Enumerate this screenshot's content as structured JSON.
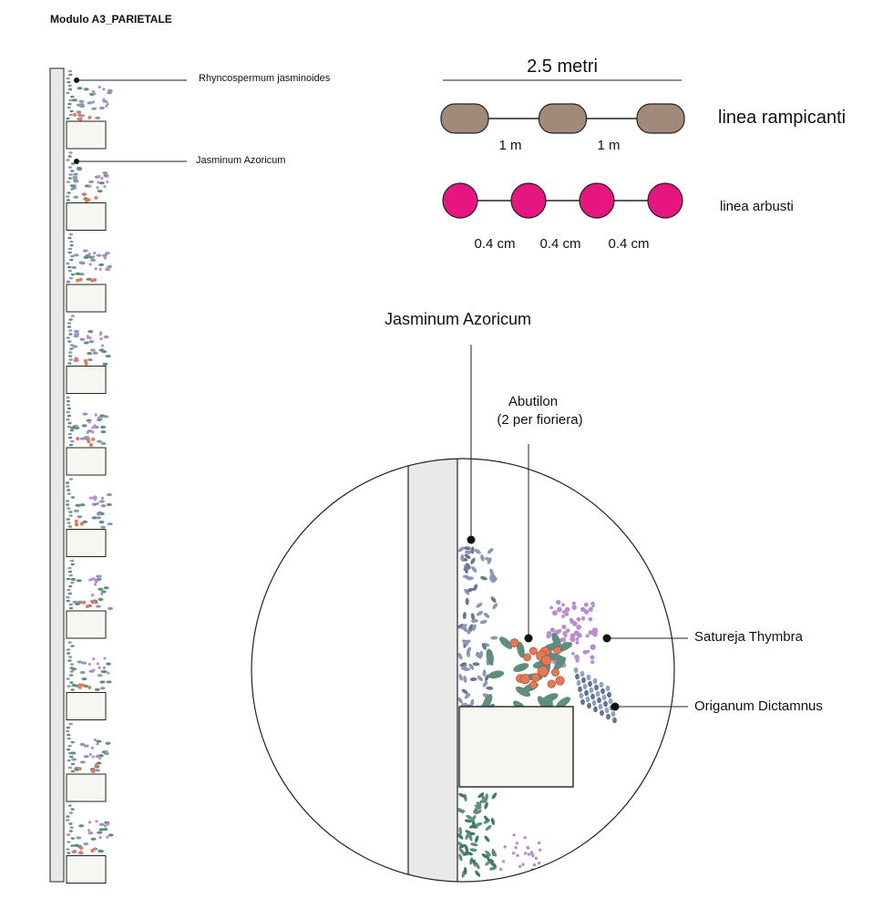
{
  "title": "Modulo A3_PARIETALE",
  "elevation": {
    "labels": {
      "climber": "Rhyncospermum jasminoides",
      "jasmine": "Jasminum Azoricum"
    },
    "planter_count": 10
  },
  "legend": {
    "total_length": "2.5 metri",
    "climbers": {
      "label": "linea rampicanti",
      "spacings": [
        "1 m",
        "1 m"
      ],
      "count": 3,
      "color": "#a28a7b"
    },
    "shrubs": {
      "label": "linea arbusti",
      "spacings": [
        "0.4 cm",
        "0.4 cm",
        "0.4 cm"
      ],
      "count": 4,
      "color": "#e6157f"
    }
  },
  "detail": {
    "labels": {
      "jasminum": "Jasminum Azoricum",
      "abutilon_line1": "Abutilon",
      "abutilon_line2": "(2 per fioriera)",
      "satureja": "Satureja Thymbra",
      "origanum": "Origanum Dictamnus"
    }
  },
  "colors": {
    "wall": "#e9e9e9",
    "planter": "#f6f6f2",
    "foliage_green": "#5e8f7c",
    "foliage_blue": "#8a97b5",
    "flower_purple": "#b98ecb",
    "flower_orange": "#e27a5a"
  }
}
